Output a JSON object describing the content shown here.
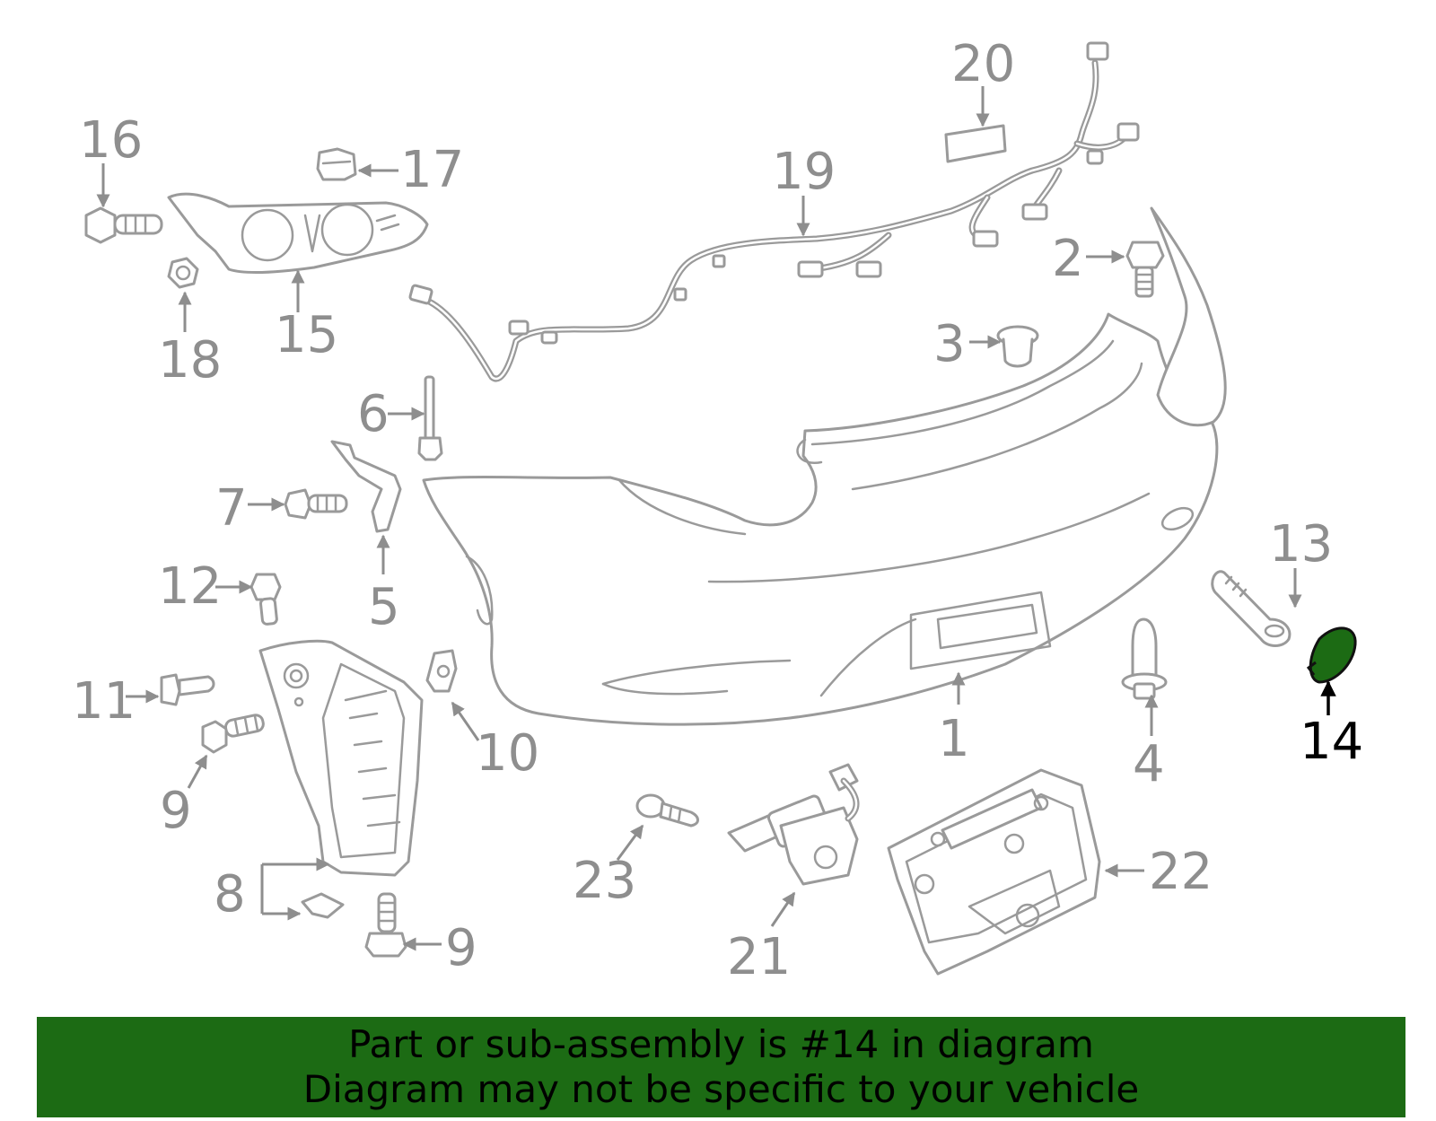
{
  "diagram": {
    "callouts": [
      "1",
      "2",
      "3",
      "4",
      "5",
      "6",
      "7",
      "8",
      "9",
      "9",
      "10",
      "11",
      "12",
      "13",
      "14",
      "15",
      "16",
      "17",
      "18",
      "19",
      "20",
      "21",
      "22",
      "23"
    ],
    "highlighted_callout": "14",
    "colors": {
      "part_line": "#9a9a9a",
      "callout_text": "#8e8e8e",
      "highlight_fill": "#1c6b14",
      "highlight_text": "#000000",
      "banner_bg": "#1c6b14"
    }
  },
  "banner": {
    "line1": "Part or sub-assembly is #14 in diagram",
    "line2": "Diagram may not be specific to your vehicle"
  }
}
